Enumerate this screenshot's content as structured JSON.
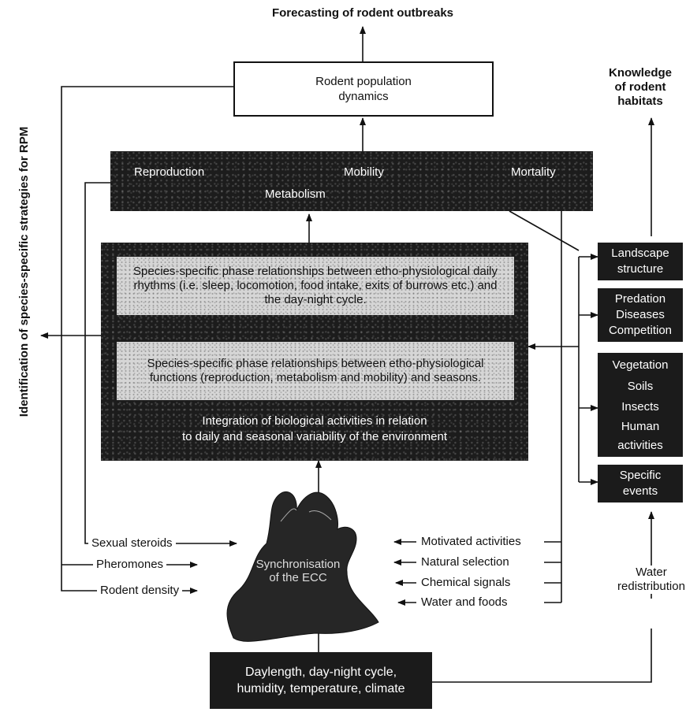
{
  "title": "Forecasting of rodent outbreaks",
  "knowledge": [
    "Knowledge",
    "of rodent",
    "habitats"
  ],
  "vertical_label": "Identification of species-specific strategies for RPM",
  "population_box": [
    "Rodent population",
    "dynamics"
  ],
  "processes": {
    "reproduction": "Reproduction",
    "mobility": "Mobility",
    "mortality": "Mortality",
    "metabolism": "Metabolism"
  },
  "integration": {
    "daily": "Species-specific phase relationships between etho-physiological daily rhythms (i.e. sleep, locomotion, food intake, exits of burrows etc.) and the day-night cycle.",
    "seasonal": "Species-specific phase relationships between etho-physiological functions (reproduction, metabolism and mobility) and seasons.",
    "title_line1": "Integration of biological activities in relation",
    "title_line2": "to daily and seasonal variability of the environment"
  },
  "factors": {
    "landscape": [
      "Landscape",
      "structure"
    ],
    "predation": [
      "Predation",
      "Diseases",
      "Competition"
    ],
    "vegetation": [
      "Vegetation",
      "Soils",
      "Insects",
      "Human",
      "activities"
    ],
    "events": [
      "Specific",
      "events"
    ]
  },
  "ecc_label": [
    "Synchronisation",
    "of the ECC"
  ],
  "left_inputs": [
    "Sexual steroids",
    "Pheromones",
    "Rodent density"
  ],
  "right_inputs": [
    "Motivated activities",
    "Natural selection",
    "Chemical signals",
    "Water and foods"
  ],
  "water": [
    "Water",
    "redistribution"
  ],
  "environment": [
    "Daylength, day-night cycle,",
    "humidity, temperature, climate"
  ]
}
